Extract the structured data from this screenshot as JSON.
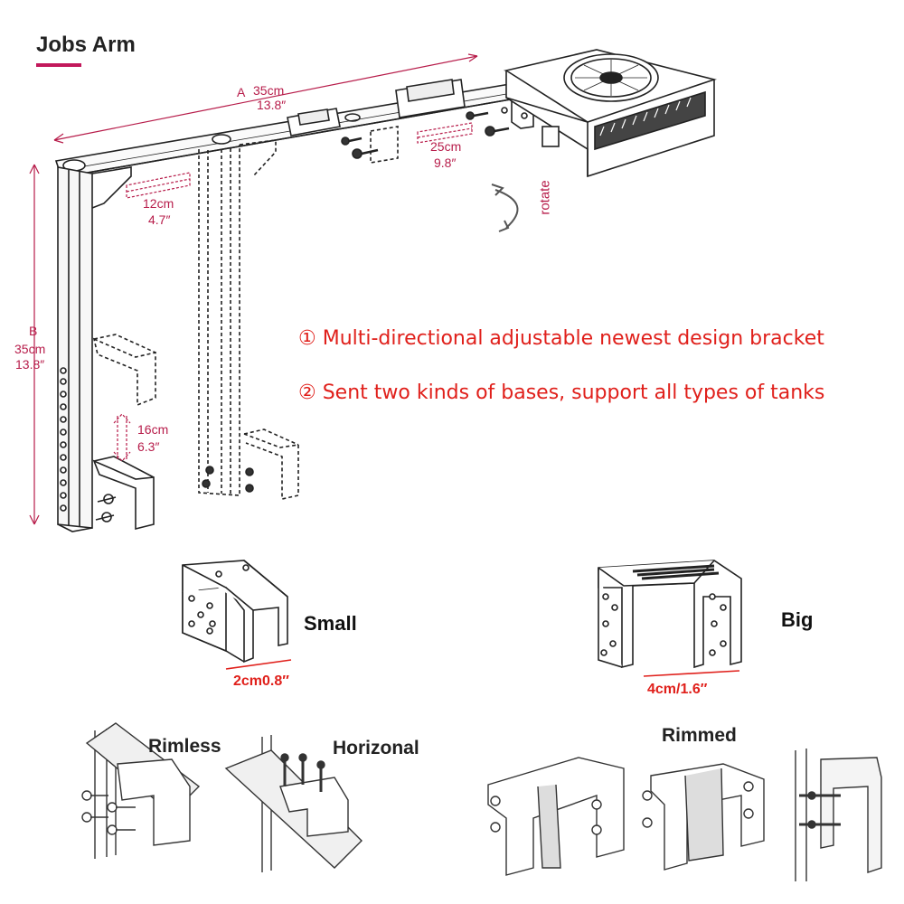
{
  "title": "Jobs Arm",
  "colors": {
    "accent": "#c2185b",
    "feature_text": "#e0201b",
    "dimension": "#b71c4a",
    "line_art": "#222222"
  },
  "features": [
    "① Multi-directional adjustable newest design bracket",
    "② Sent two kinds of bases, support all types of tanks"
  ],
  "arm": {
    "dim_a": {
      "letter": "A",
      "metric": "35cm",
      "imperial": "13.8″"
    },
    "dim_b": {
      "letter": "B",
      "metric": "35cm",
      "imperial": "13.8″"
    },
    "dim_12": {
      "metric": "12cm",
      "imperial": "4.7″"
    },
    "dim_25": {
      "metric": "25cm",
      "imperial": "9.8″"
    },
    "dim_16": {
      "metric": "16cm",
      "imperial": "6.3″"
    },
    "rotate": "rotate"
  },
  "bases": {
    "small": {
      "label": "Small",
      "width": "2cm0.8″"
    },
    "big": {
      "label": "Big",
      "width": "4cm/1.6″"
    }
  },
  "installs": {
    "rimless": "Rimless",
    "horizontal": "Horizonal",
    "rimmed": "Rimmed"
  }
}
